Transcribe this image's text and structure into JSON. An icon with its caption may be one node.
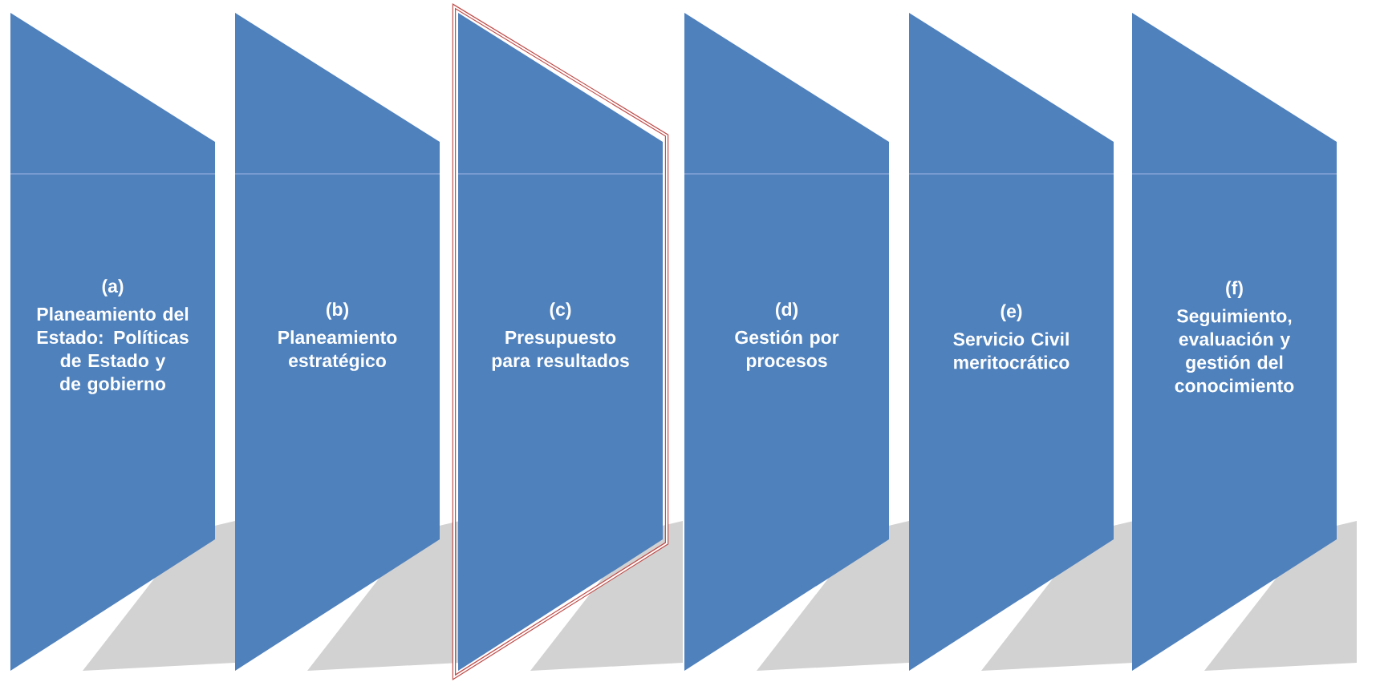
{
  "diagram": {
    "nodes": [
      {
        "text": [
          "(a)",
          "Planeamiento del Estado: Políticas de Estado y de gobierno"
        ]
      },
      {
        "text": [
          "(b)",
          "Planeamiento estratégico"
        ]
      },
      {
        "text": [
          "(c)",
          "Presupuesto para resultados"
        ]
      },
      {
        "text": [
          "(d)",
          "Gestión por procesos"
        ]
      },
      {
        "text": [
          "(e)",
          "Servicio Civil meritocrático"
        ]
      },
      {
        "text": [
          "(f)",
          "Seguimiento, evaluación y gestión del conocimiento"
        ]
      }
    ]
  }
}
